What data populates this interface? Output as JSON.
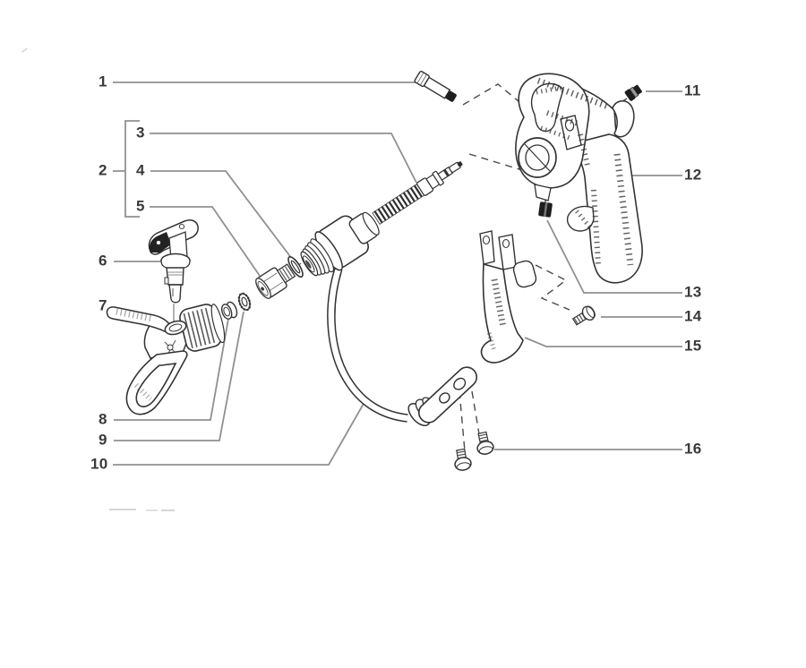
{
  "figure": {
    "background_color": "#ffffff",
    "outline_color": "#333333",
    "leader_line_color": "#909090",
    "dashed_line_color": "#4a4a4a",
    "label_color": "#3a3a3a"
  },
  "callouts": [
    {
      "label": "1"
    },
    {
      "label": "2"
    },
    {
      "label": "3"
    },
    {
      "label": "4"
    },
    {
      "label": "5"
    },
    {
      "label": "6"
    },
    {
      "label": "7"
    },
    {
      "label": "8"
    },
    {
      "label": "9"
    },
    {
      "label": "10"
    },
    {
      "label": "11"
    },
    {
      "label": "12"
    },
    {
      "label": "13"
    },
    {
      "label": "14"
    },
    {
      "label": "15"
    },
    {
      "label": "16"
    }
  ]
}
